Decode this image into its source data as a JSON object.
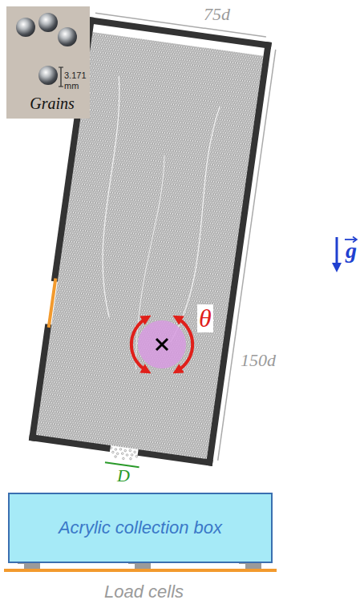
{
  "diagram": {
    "nodes": [
      {
        "text": [
          "3.171 mm",
          "Grains"
        ]
      },
      {
        "text": [
          "Acrylic collection box"
        ]
      }
    ],
    "labels": [
      "75d",
      "150d",
      "θ",
      "g",
      "D",
      "Load cells"
    ]
  }
}
